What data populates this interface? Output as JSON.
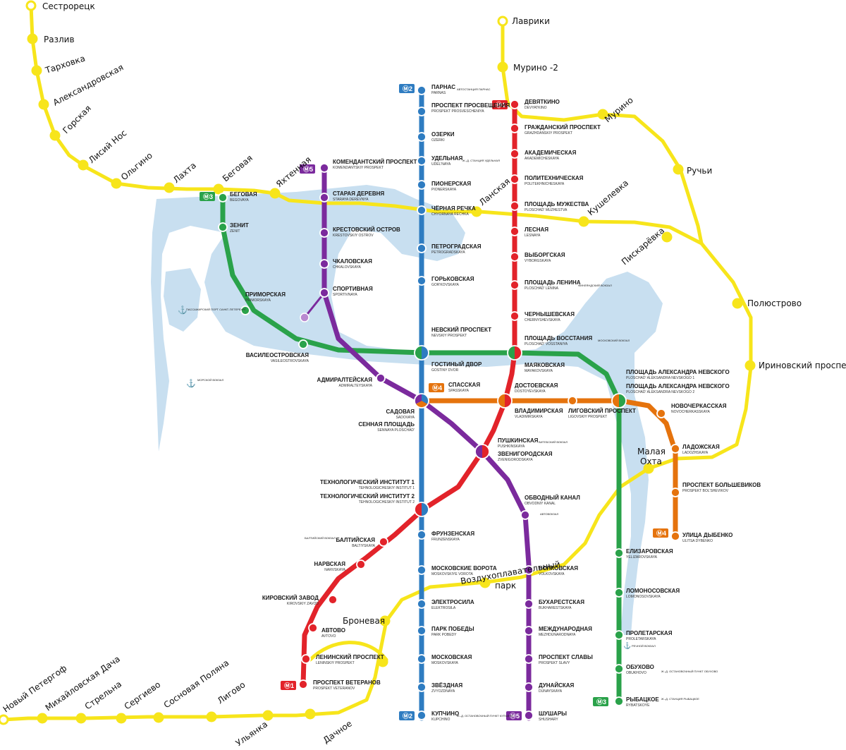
{
  "colors": {
    "water": "#c8dff0",
    "line1": "#e2232a",
    "line2": "#2e7cc1",
    "line3": "#2aa24a",
    "line4": "#e5730d",
    "line5": "#7b2a9d",
    "rail": "#f7e51b"
  },
  "line_badges": {
    "m1": "1",
    "m2": "2",
    "m3": "3",
    "m4": "4",
    "m5": "5"
  },
  "rail_stations": {
    "sestroretsk": "Сестрорецк",
    "razliv": "Разлив",
    "tarkhovka": "Тарховка",
    "aleksandrovskaya": "Александровская",
    "gorskaya": "Горская",
    "lisiy_nos": "Лисий Нос",
    "olgino": "Ольгино",
    "lakhta": "Лахта",
    "begovaya": "Беговая",
    "yakhtennaya": "Яхтенная",
    "lanskaya": "Ланская",
    "kushelevka": "Кушелевка",
    "piskaryovka": "Пискарёвка",
    "polyustrovo": "Полюстрово",
    "irinovsky": "Ириновский проспект",
    "ruchyi": "Ручьи",
    "murino": "Мурино",
    "murino2": "Мурино -2",
    "lavriki": "Лаврики",
    "malaya_okhta": "Малая Охта",
    "vozdukh_park": "Воздухоплавательный парк",
    "bronevaya": "Броневая",
    "novy_petergof": "Новый Петергоф",
    "mikhailovskaya": "Михайловская Дача",
    "strelna": "Стрельна",
    "sergievo": "Сергиево",
    "sosnovaya": "Сосновая Поляна",
    "ligovo": "Лигово",
    "ulyanka": "Ульянка",
    "dachnoe": "Дачное"
  },
  "metro_stations": {
    "parnas": {
      "ru": "ПАРНАС",
      "en": "PARNAS"
    },
    "prosveshcheniya": {
      "ru": "ПРОСПЕКТ ПРОСВЕЩЕНИЯ",
      "en": "PROSPEKT PROSVESCHENIYA"
    },
    "ozerki": {
      "ru": "ОЗЕРКИ",
      "en": "OZERKI"
    },
    "udelnaya": {
      "ru": "УДЕЛЬНАЯ",
      "en": "UDEL'NAYA"
    },
    "pionerskaya": {
      "ru": "ПИОНЕРСКАЯ",
      "en": "PIONERSKAYA"
    },
    "chyornaya": {
      "ru": "ЧЁРНАЯ РЕЧКА",
      "en": "CHYORNAYA RECHKA"
    },
    "petrogradskaya": {
      "ru": "ПЕТРОГРАДСКАЯ",
      "en": "PETROGRADSKAYA"
    },
    "gorkovskaya": {
      "ru": "ГОРЬКОВСКАЯ",
      "en": "GOR'KOVSKAYA"
    },
    "nevsky": {
      "ru": "НЕВСКИЙ ПРОСПЕКТ",
      "en": "NEVSKIY PROSPEKT"
    },
    "gostiny": {
      "ru": "ГОСТИНЫЙ ДВОР",
      "en": "GOSTINY DVOR"
    },
    "sennaya": {
      "ru": "СЕННАЯ ПЛОЩАДЬ",
      "en": "SENNAYA PLOSCHAD'"
    },
    "tekh2": {
      "ru": "ТЕХНОЛОГИЧЕСКИЙ ИНСТИТУТ 2",
      "en": "TEHNOLOGICHESKIY INSTITUT 2"
    },
    "frunzenskaya": {
      "ru": "ФРУНЗЕНСКАЯ",
      "en": "FRUNZENSKAYA"
    },
    "moskovskie_vorota": {
      "ru": "МОСКОВСКИЕ ВОРОТА",
      "en": "MOSKOVSKIYE VOROTA"
    },
    "elektrosila": {
      "ru": "ЭЛЕКТРОСИЛА",
      "en": "ELEKTROSILA"
    },
    "park_pobedy": {
      "ru": "ПАРК ПОБЕДЫ",
      "en": "PARK POBEDY"
    },
    "moskovskaya": {
      "ru": "МОСКОВСКАЯ",
      "en": "MOSKOVSKAYA"
    },
    "zvyozdnaya": {
      "ru": "ЗВЁЗДНАЯ",
      "en": "ZVYOZDNAYA"
    },
    "kupchino": {
      "ru": "КУПЧИНО",
      "en": "KUPCHINO"
    },
    "devyatkino": {
      "ru": "ДЕВЯТКИНО",
      "en": "DEVYATKINO"
    },
    "grazhdansky": {
      "ru": "ГРАЖДАНСКИЙ ПРОСПЕКТ",
      "en": "GRAZHDANSKIY PROSPEKT"
    },
    "akademicheskaya": {
      "ru": "АКАДЕМИЧЕСКАЯ",
      "en": "AKADEMICHESKAYA"
    },
    "politekhnicheskaya": {
      "ru": "ПОЛИТЕХНИЧЕСКАЯ",
      "en": "POLITEKHNICHESKAYA"
    },
    "muzhestva": {
      "ru": "ПЛОЩАДЬ МУЖЕСТВА",
      "en": "PLOSCHAD' MUZHESTVA"
    },
    "lesnaya": {
      "ru": "ЛЕСНАЯ",
      "en": "LESNAYA"
    },
    "vyborgskaya": {
      "ru": "ВЫБОРГСКАЯ",
      "en": "VYBORGSKAYA"
    },
    "lenina": {
      "ru": "ПЛОЩАДЬ ЛЕНИНА",
      "en": "PLOSCHAD' LENINA"
    },
    "chernyshevskaya": {
      "ru": "ЧЕРНЫШЕВСКАЯ",
      "en": "CHERNYSHEVSKAYA"
    },
    "vosstaniya": {
      "ru": "ПЛОЩАДЬ ВОССТАНИЯ",
      "en": "PLOSCHAD' VOSSTANIYA"
    },
    "vladimirskaya": {
      "ru": "ВЛАДИМИРСКАЯ",
      "en": "VLADIMIRSKAYA"
    },
    "pushkinskaya": {
      "ru": "ПУШКИНСКАЯ",
      "en": "PUSHKINSKAYA"
    },
    "tekh1": {
      "ru": "ТЕХНОЛОГИЧЕСКИЙ ИНСТИТУТ 1",
      "en": "TEHNOLOGICHESKIY INSTITUT 1"
    },
    "baltiyskaya": {
      "ru": "БАЛТИЙСКАЯ",
      "en": "BALTIYSKAYA"
    },
    "narvskaya": {
      "ru": "НАРВСКАЯ",
      "en": "NARVSKAYA"
    },
    "kirovsky": {
      "ru": "КИРОВСКИЙ ЗАВОД",
      "en": "KIROVSKIY ZAVOD"
    },
    "avtovo": {
      "ru": "АВТОВО",
      "en": "AVTOVO"
    },
    "leninsky": {
      "ru": "ЛЕНИНСКИЙ ПРОСПЕКТ",
      "en": "LENINSKIY PROSPEKT"
    },
    "veteranov": {
      "ru": "ПРОСПЕКТ ВЕТЕРАНОВ",
      "en": "PROSPEKT VETERANOV"
    },
    "begovaya_m": {
      "ru": "БЕГОВАЯ",
      "en": "BEGOVAYA"
    },
    "zenit": {
      "ru": "ЗЕНИТ",
      "en": "ZENIT"
    },
    "primorskaya": {
      "ru": "ПРИМОРСКАЯ",
      "en": "PRIMORSKAYA"
    },
    "vasileostrovskaya": {
      "ru": "ВАСИЛЕОСТРОВСКАЯ",
      "en": "VASILEOSTROVSKAYA"
    },
    "mayakovskaya": {
      "ru": "МАЯКОВСКАЯ",
      "en": "MAYAKOVSKAYA"
    },
    "nevskogo1": {
      "ru": "ПЛОЩАДЬ АЛЕКСАНДРА НЕВСКОГО",
      "en": "PLOSCHAD' ALEKSANDRA NEVSKOGO 1"
    },
    "nevskogo2": {
      "ru": "ПЛОЩАДЬ АЛЕКСАНДРА НЕВСКОГО",
      "en": "PLOSCHAD' ALEKSANDRA NEVSKOGO 2"
    },
    "elizarovskaya": {
      "ru": "ЕЛИЗАРОВСКАЯ",
      "en": "YELIZAROVSKAYA"
    },
    "lomonosovskaya": {
      "ru": "ЛОМОНОСОВСКАЯ",
      "en": "LOMONOSOVSKAYA"
    },
    "proletarskaya": {
      "ru": "ПРОЛЕТАРСКАЯ",
      "en": "PROLETARSKAYA"
    },
    "obukhovo": {
      "ru": "ОБУХОВО",
      "en": "OBUKHOVO"
    },
    "rybatskoe": {
      "ru": "РЫБАЦКОЕ",
      "en": "RYBATSKOYE"
    },
    "spasskaya": {
      "ru": "СПАССКАЯ",
      "en": "SPASSKAYA"
    },
    "dostoevskaya": {
      "ru": "ДОСТОЕВСКАЯ",
      "en": "DOSTOYEVSKAYA"
    },
    "ligovsky": {
      "ru": "ЛИГОВСКИЙ ПРОСПЕКТ",
      "en": "LIGOVSKIY PROSPEKT"
    },
    "novocherkasskaya": {
      "ru": "НОВОЧЕРКАССКАЯ",
      "en": "NOVOCHERKASSKAYA"
    },
    "ladozhskaya": {
      "ru": "ЛАДОЖСКАЯ",
      "en": "LADOZHSKAYA"
    },
    "bolshevikov": {
      "ru": "ПРОСПЕКТ БОЛЬШЕВИКОВ",
      "en": "PROSPEKT BOL'SHEVIKOV"
    },
    "dybenko": {
      "ru": "УЛИЦА ДЫБЕНКО",
      "en": "ULITSA DYBENKO"
    },
    "komendantsky": {
      "ru": "КОМЕНДАНТСКИЙ ПРОСПЕКТ",
      "en": "KOMENDANTSKIY PROSPEKT"
    },
    "staraya": {
      "ru": "СТАРАЯ ДЕРЕВНЯ",
      "en": "STARAYA DEREVNYA"
    },
    "krestovsky": {
      "ru": "КРЕСТОВСКИЙ ОСТРОВ",
      "en": "KRESTOVSKIY OSTROV"
    },
    "chkalovskaya": {
      "ru": "ЧКАЛОВСКАЯ",
      "en": "CHKALOVSKAYA"
    },
    "sportivnaya": {
      "ru": "СПОРТИВНАЯ",
      "en": "SPORTIVNAYA"
    },
    "admiralteyskaya": {
      "ru": "АДМИРАЛТЕЙСКАЯ",
      "en": "ADMIRALTEYSKAYA"
    },
    "sadovaya": {
      "ru": "САДОВАЯ",
      "en": "SADOVAYA"
    },
    "zvenigorodskaya": {
      "ru": "ЗВЕНИГОРОДСКАЯ",
      "en": "ZVENIGORODSKAYA"
    },
    "obvodny": {
      "ru": "ОБВОДНЫЙ КАНАЛ",
      "en": "OBVODNIY KANAL"
    },
    "volkovskaya": {
      "ru": "ВОЛКОВСКАЯ",
      "en": "VOLKOVSKAYA"
    },
    "bukharestskaya": {
      "ru": "БУХАРЕСТСКАЯ",
      "en": "BUKHARESTSKAYA"
    },
    "mezhdunarodnaya": {
      "ru": "МЕЖДУНАРОДНАЯ",
      "en": "MEZHDUNARODNAYA"
    },
    "slavy": {
      "ru": "ПРОСПЕКТ СЛАВЫ",
      "en": "PROSPEKT SLAVY"
    },
    "dunayskaya": {
      "ru": "ДУНАЙСКАЯ",
      "en": "DUNAYSKAYA"
    },
    "shushary": {
      "ru": "ШУШАРЫ",
      "en": "SHUSHARY"
    }
  },
  "transfer_notes": {
    "parnas_bus": "АВТОСТАНЦИЯ ПАРНАС",
    "udelnaya_rail": "Ж.-Д. СТАНЦИЯ УДЕЛЬНАЯ",
    "finlyandsky": "ФИНЛЯНДСКИЙ ВОКЗАЛ",
    "moskovsky": "МОСКОВСКИЙ ВОКЗАЛ",
    "vitebsky": "ВИТЕБСКИЙ ВОКЗАЛ",
    "baltiysky": "БАЛТИЙСКИЙ ВОКЗАЛ",
    "avtovokzal": "АВТОВОКЗАЛ",
    "rechnoy": "РЕЧНОЙ ВОКЗАЛ",
    "obukhovo_rail": "Ж.-Д. ОСТАНОВОЧНЫЙ ПУНКТ ОБУХОВО",
    "rybatskoe_rail": "Ж.-Д. СТАНЦИЯ РЫБАЦКОЕ",
    "kupchino_rail": "Ж.-Д. ОСТАНОВОЧНЫЙ ПУНКТ КУПЧИНО",
    "passenger_port": "ПАССАЖИРСКИЙ ПОРТ САНКТ-ПЕТЕРБУРГ",
    "sea_port": "МОРСКОЙ ВОКЗАЛ"
  }
}
